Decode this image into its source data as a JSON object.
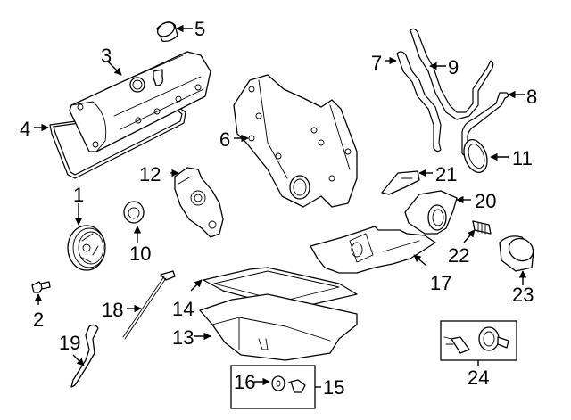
{
  "diagram": {
    "title": "Engine components exploded view",
    "callouts": [
      "1",
      "2",
      "3",
      "4",
      "5",
      "6",
      "7",
      "8",
      "9",
      "10",
      "11",
      "12",
      "13",
      "14",
      "15",
      "16",
      "17",
      "18",
      "19",
      "20",
      "21",
      "22",
      "23",
      "24"
    ],
    "colors": {
      "line": "#000000",
      "background": "#ffffff"
    }
  }
}
